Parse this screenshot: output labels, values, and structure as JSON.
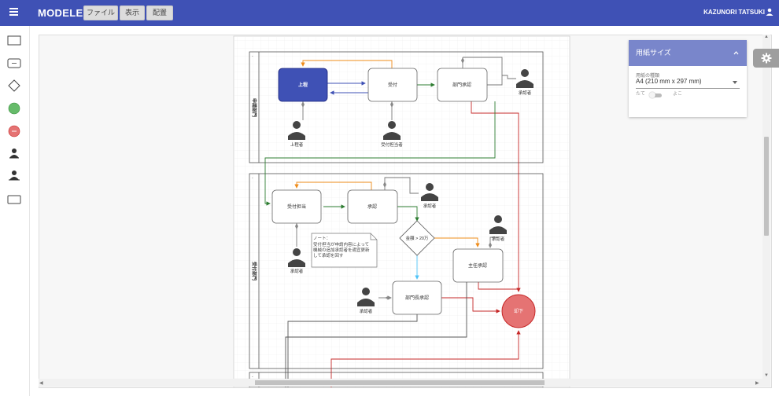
{
  "app": {
    "title": "MODELER",
    "user": "KAZUNORI TATSUKI"
  },
  "menu": [
    {
      "label": "ファイル"
    },
    {
      "label": "表示"
    },
    {
      "label": "配置"
    }
  ],
  "panel": {
    "title": "用紙サイズ",
    "label": "用紙の種類",
    "value": "A4 (210 mm x 297 mm)",
    "orient_portrait": "たて",
    "orient_landscape": "よこ"
  },
  "diagram": {
    "lanes": [
      {
        "label": "申請部門"
      },
      {
        "label": "受付部門"
      }
    ],
    "nodes": {
      "submit": "上程",
      "receive": "受付",
      "dept_approve": "部門承認",
      "reception_staff": "受付担当",
      "approve": "承認",
      "decision": "金額 > 20万",
      "chief_approve": "主任承認",
      "director_approve": "部門長承認",
      "reject": "却下"
    },
    "actors": {
      "submitter": "上程者",
      "receiver": "受付担当者",
      "approver1": "承認者",
      "approver2": "承認者",
      "approver3": "承認者",
      "approver4": "承認者",
      "approver5": "承認者"
    },
    "note": {
      "lines": [
        "ノート：",
        "受付担当が申請内容によって",
        "機械の追加承認者を適宜更新",
        "して承認を回す"
      ]
    }
  },
  "colors": {
    "appbar": "#3f51b5",
    "panel_header": "#7986cb",
    "blue_node": "#3f51b5",
    "reject": "#e57373",
    "green": "#2e7d32",
    "orange": "#ef8c1a",
    "red": "#c62828"
  }
}
